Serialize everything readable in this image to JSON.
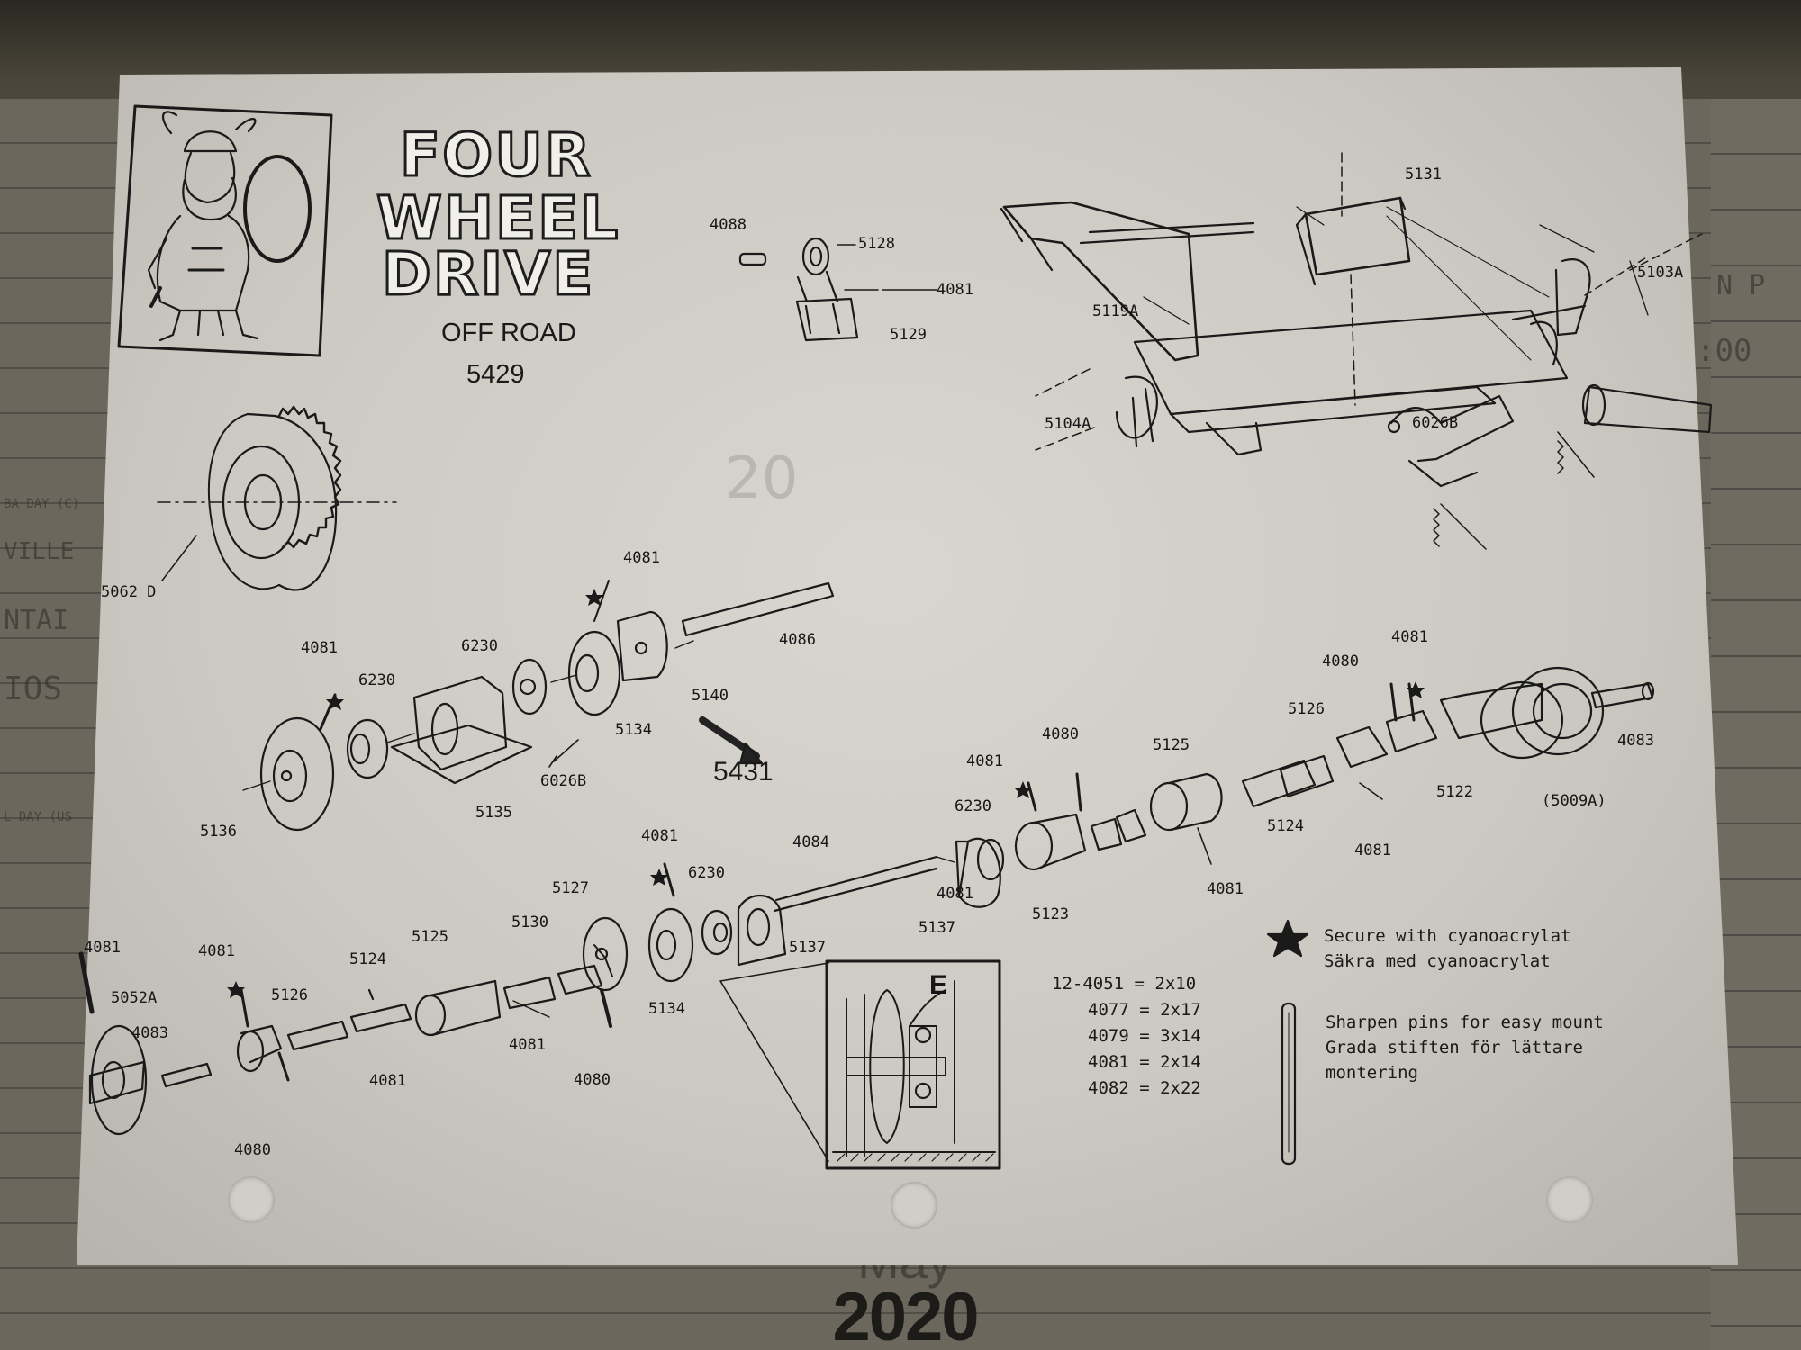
{
  "title": {
    "line1": "FOUR",
    "line2": "WHEEL",
    "line3": "DRIVE",
    "subtitle": "OFF ROAD",
    "kit_number": "5429"
  },
  "group_label": "5431",
  "detail_label": "E",
  "parts": [
    {
      "id": "p5062d",
      "label": "5062 D"
    },
    {
      "id": "p4088",
      "label": "4088"
    },
    {
      "id": "p5128",
      "label": "5128"
    },
    {
      "id": "p4081a",
      "label": "4081"
    },
    {
      "id": "p5129",
      "label": "5129"
    },
    {
      "id": "p5131",
      "label": "5131"
    },
    {
      "id": "p5103a",
      "label": "5103A"
    },
    {
      "id": "p5119a",
      "label": "5119A"
    },
    {
      "id": "p5104a",
      "label": "5104A"
    },
    {
      "id": "p6026b_top",
      "label": "6026B"
    },
    {
      "id": "p4081b",
      "label": "4081"
    },
    {
      "id": "p4086",
      "label": "4086"
    },
    {
      "id": "p4081c",
      "label": "4081"
    },
    {
      "id": "p6230a",
      "label": "6230"
    },
    {
      "id": "p6230b",
      "label": "6230"
    },
    {
      "id": "p5140",
      "label": "5140"
    },
    {
      "id": "p5134a",
      "label": "5134"
    },
    {
      "id": "p6026b_mid",
      "label": "6026B"
    },
    {
      "id": "p5135",
      "label": "5135"
    },
    {
      "id": "p5136",
      "label": "5136"
    },
    {
      "id": "p4081d",
      "label": "4081"
    },
    {
      "id": "p4080a",
      "label": "4080"
    },
    {
      "id": "p5126a",
      "label": "5126"
    },
    {
      "id": "p4083a",
      "label": "4083"
    },
    {
      "id": "p5122",
      "label": "5122"
    },
    {
      "id": "p5009a",
      "label": "(5009A)"
    },
    {
      "id": "p4081e",
      "label": "4081"
    },
    {
      "id": "p4080b",
      "label": "4080"
    },
    {
      "id": "p5125a",
      "label": "5125"
    },
    {
      "id": "p5124a",
      "label": "5124"
    },
    {
      "id": "p4081f",
      "label": "4081"
    },
    {
      "id": "p6230c",
      "label": "6230"
    },
    {
      "id": "p4081g",
      "label": "4081"
    },
    {
      "id": "p5123",
      "label": "5123"
    },
    {
      "id": "p5137a",
      "label": "5137"
    },
    {
      "id": "p4084",
      "label": "4084"
    },
    {
      "id": "p4081h",
      "label": "4081"
    },
    {
      "id": "p6230d",
      "label": "6230"
    },
    {
      "id": "p5127",
      "label": "5127"
    },
    {
      "id": "p5130",
      "label": "5130"
    },
    {
      "id": "p5137b",
      "label": "5137"
    },
    {
      "id": "p5134b",
      "label": "5134"
    },
    {
      "id": "p4081i",
      "label": "4081"
    },
    {
      "id": "p4081j",
      "label": "4081"
    },
    {
      "id": "p5052a",
      "label": "5052A"
    },
    {
      "id": "p4083b",
      "label": "4083"
    },
    {
      "id": "p5126b",
      "label": "5126"
    },
    {
      "id": "p5124b",
      "label": "5124"
    },
    {
      "id": "p5125b",
      "label": "5125"
    },
    {
      "id": "p4081k",
      "label": "4081"
    },
    {
      "id": "p4081l",
      "label": "4081"
    },
    {
      "id": "p4080c",
      "label": "4080"
    },
    {
      "id": "p4080d",
      "label": "4080"
    },
    {
      "id": "p4081m",
      "label": "4081"
    }
  ],
  "notes": {
    "cyano_en": "Secure with cyanoacrylat",
    "cyano_sv": "Säkra med cyanoacrylat",
    "pins_en": "Sharpen pins for easy mount",
    "pins_sv1": "Grada stiften för lättare",
    "pins_sv2": "montering"
  },
  "pin_sizes": [
    {
      "part": "12-4051",
      "size": "2x10"
    },
    {
      "part": "4077",
      "size": "2x17"
    },
    {
      "part": "4079",
      "size": "3x14"
    },
    {
      "part": "4081",
      "size": "2x14"
    },
    {
      "part": "4082",
      "size": "2x22"
    }
  ],
  "planner": {
    "month": "May",
    "year": "2020",
    "bg_text": {
      "t20": "20",
      "day1": "BA DAY (C)",
      "ville": "VILLE",
      "ntai": "NTAI",
      "ios": "IOS",
      "day2": "L DAY (US",
      "rn": "N P",
      "r00": ":00"
    }
  },
  "colors": {
    "paper": "#cbc9c1",
    "ink": "#1a1a1a",
    "planner": "#6b675c",
    "backdrop": "#3f3b31"
  }
}
